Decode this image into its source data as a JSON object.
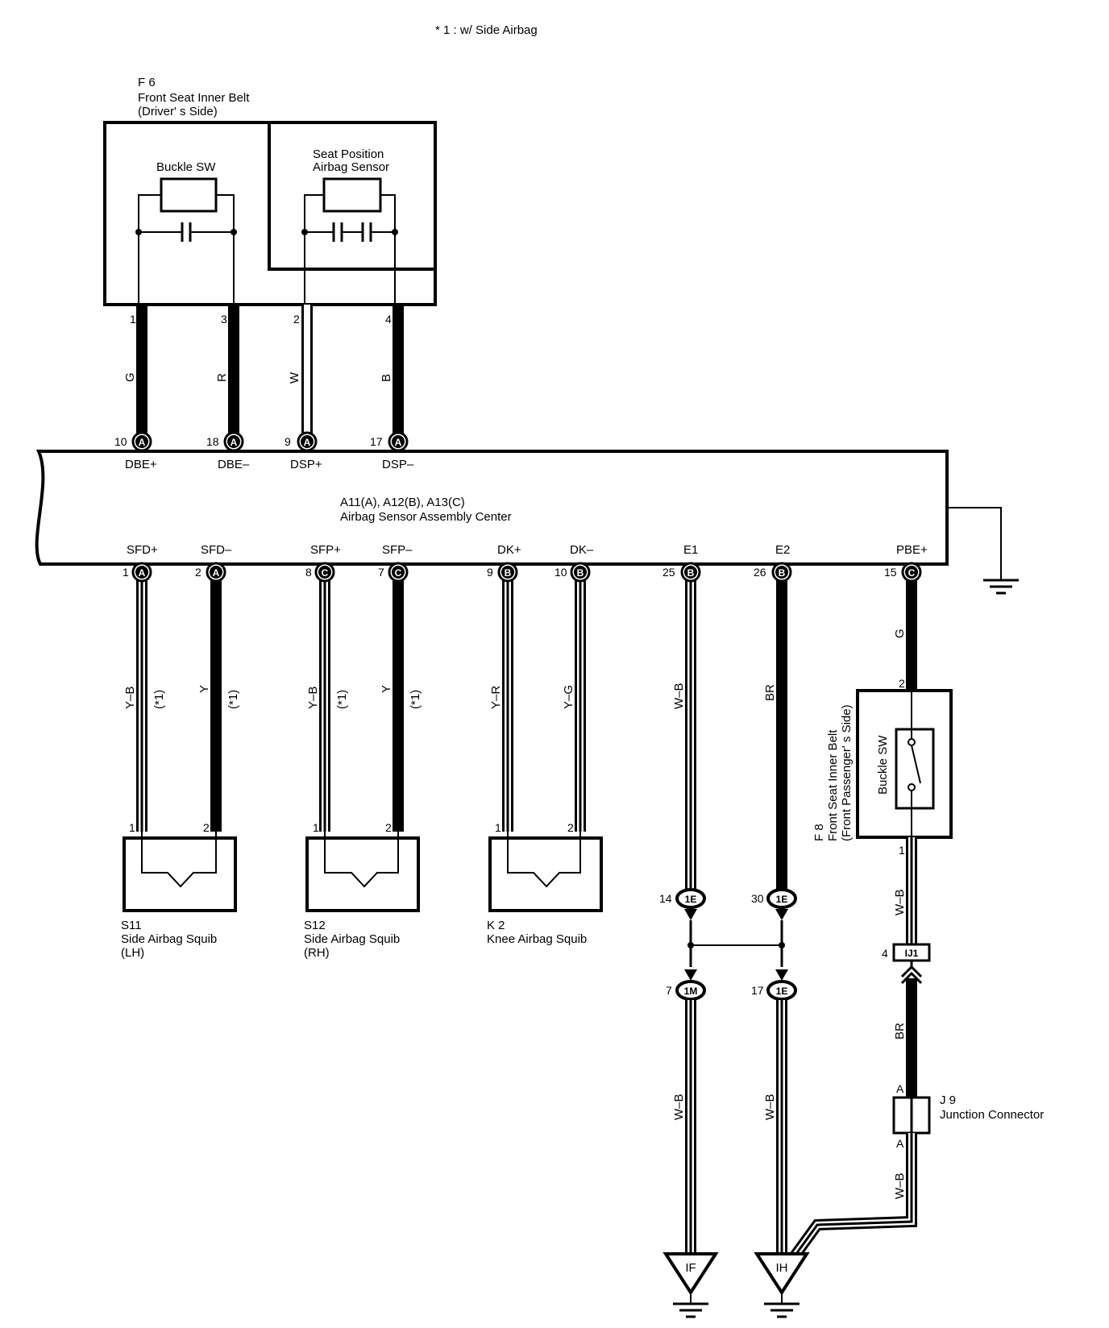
{
  "note": "* 1 : w/ Side Airbag",
  "f6": {
    "code": "F 6",
    "name_line1": "Front Seat Inner Belt",
    "name_line2": "(Driver' s Side)",
    "buckle_sw": "Buckle SW",
    "sps_line1": "Seat Position",
    "sps_line2": "Airbag Sensor",
    "pins": [
      "1",
      "3",
      "2",
      "4"
    ],
    "wire_colors": [
      "G",
      "R",
      "W",
      "B"
    ]
  },
  "ecu": {
    "name_line1": "A11(A), A12(B), A13(C)",
    "name_line2": "Airbag Sensor Assembly Center",
    "top_terminals": [
      {
        "pin": "10",
        "conn": "A",
        "label": "DBE+"
      },
      {
        "pin": "18",
        "conn": "A",
        "label": "DBE–"
      },
      {
        "pin": "9",
        "conn": "A",
        "label": "DSP+"
      },
      {
        "pin": "17",
        "conn": "A",
        "label": "DSP–"
      }
    ],
    "bottom_terminals": [
      {
        "pin": "1",
        "conn": "A",
        "label": "SFD+",
        "wire": "Y–B",
        "note": "(*1)"
      },
      {
        "pin": "2",
        "conn": "A",
        "label": "SFD–",
        "wire": "Y",
        "note": "(*1)"
      },
      {
        "pin": "8",
        "conn": "C",
        "label": "SFP+",
        "wire": "Y–B",
        "note": "(*1)"
      },
      {
        "pin": "7",
        "conn": "C",
        "label": "SFP–",
        "wire": "Y",
        "note": "(*1)"
      },
      {
        "pin": "9",
        "conn": "B",
        "label": "DK+",
        "wire": "Y–R",
        "note": ""
      },
      {
        "pin": "10",
        "conn": "B",
        "label": "DK–",
        "wire": "Y–G",
        "note": ""
      },
      {
        "pin": "25",
        "conn": "B",
        "label": "E1",
        "wire": "W–B",
        "note": ""
      },
      {
        "pin": "26",
        "conn": "B",
        "label": "E2",
        "wire": "BR",
        "note": ""
      },
      {
        "pin": "15",
        "conn": "C",
        "label": "PBE+",
        "wire": "G",
        "note": ""
      }
    ]
  },
  "squibs": [
    {
      "code": "S11",
      "name_line1": "Side Airbag Squib",
      "name_line2": "(LH)",
      "pin1": "1",
      "pin2": "2"
    },
    {
      "code": "S12",
      "name_line1": "Side Airbag Squib",
      "name_line2": "(RH)",
      "pin1": "1",
      "pin2": "2"
    },
    {
      "code": "K 2",
      "name_line1": "Knee Airbag Squib",
      "name_line2": "",
      "pin1": "1",
      "pin2": "2"
    }
  ],
  "f8": {
    "code": "F 8",
    "name_line1": "Front Seat Inner Belt",
    "name_line2": "(Front Passenger' s Side)",
    "buckle_sw": "Buckle SW",
    "pin_top": "2",
    "pin_bottom": "1",
    "wire_below": "W–B"
  },
  "connectors": {
    "c14": {
      "pin": "14",
      "id": "1E"
    },
    "c30": {
      "pin": "30",
      "id": "1E"
    },
    "c7": {
      "pin": "7",
      "id": "1M"
    },
    "c17": {
      "pin": "17",
      "id": "1E"
    },
    "ij1": {
      "pin": "4",
      "id": "IJ1"
    }
  },
  "ground_wires": {
    "left": "W–B",
    "right": "W–B"
  },
  "j9": {
    "code": "J 9",
    "name": "Junction Connector",
    "pin_top": "A",
    "pin_bottom": "A",
    "wire_above": "BR",
    "wire_below": "W–B"
  },
  "grounds": {
    "left": "IF",
    "right": "IH"
  }
}
